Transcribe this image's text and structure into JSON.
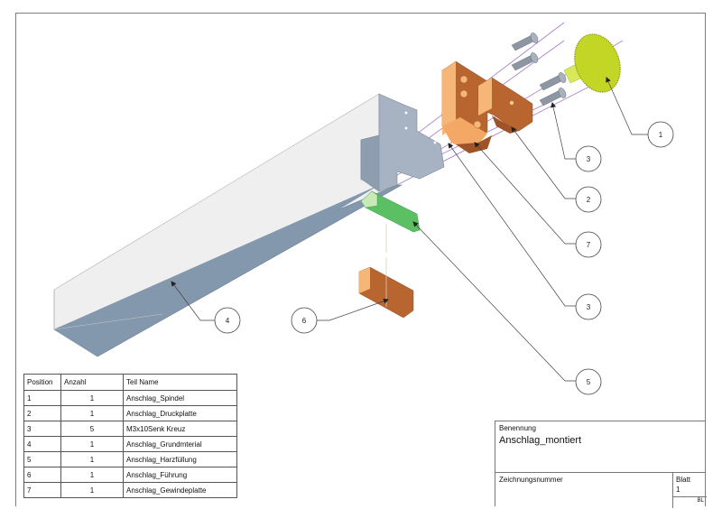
{
  "drawing": {
    "title": "Anschlag_montiert",
    "colors": {
      "frame": "#7d7d7d",
      "beam_top": "#efefef",
      "beam_side": "#8397ad",
      "beam_end": "#a7b3c3",
      "copper_dark": "#b9652f",
      "copper_light": "#f6b678",
      "green": "#5bbf63",
      "green_light": "#c9eab8",
      "knob": "#c3d626",
      "screw": "#8d96a3",
      "axis_line": "#9a6fbf"
    },
    "balloons": [
      {
        "id": "balloon-1",
        "label": "1"
      },
      {
        "id": "balloon-3-top",
        "label": "3"
      },
      {
        "id": "balloon-2",
        "label": "2"
      },
      {
        "id": "balloon-7",
        "label": "7"
      },
      {
        "id": "balloon-3-bottom",
        "label": "3"
      },
      {
        "id": "balloon-4",
        "label": "4"
      },
      {
        "id": "balloon-6",
        "label": "6"
      },
      {
        "id": "balloon-5",
        "label": "5"
      }
    ]
  },
  "parts_list": {
    "headers": [
      "Position",
      "Anzahl",
      "Teil Name"
    ],
    "rows": [
      {
        "position": "1",
        "qty": "1",
        "name": "Anschlag_Spindel"
      },
      {
        "position": "2",
        "qty": "1",
        "name": "Anschlag_Druckplatte"
      },
      {
        "position": "3",
        "qty": "5",
        "name": "M3x10Senk Kreuz"
      },
      {
        "position": "4",
        "qty": "1",
        "name": "Anschlag_Grundmterial"
      },
      {
        "position": "5",
        "qty": "1",
        "name": "Anschlag_Harzfüllung"
      },
      {
        "position": "6",
        "qty": "1",
        "name": "Anschlag_Führung"
      },
      {
        "position": "7",
        "qty": "1",
        "name": "Anschlag_Gewindeplatte"
      }
    ]
  },
  "title_block": {
    "benennung_label": "Benennung",
    "benennung_value": "Anschlag_montiert",
    "zeichnungsnummer_label": "Zeichnungsnummer",
    "zeichnungsnummer_value": "",
    "blatt_label": "Blatt",
    "blatt_value": "1",
    "bl_label": "BL"
  }
}
